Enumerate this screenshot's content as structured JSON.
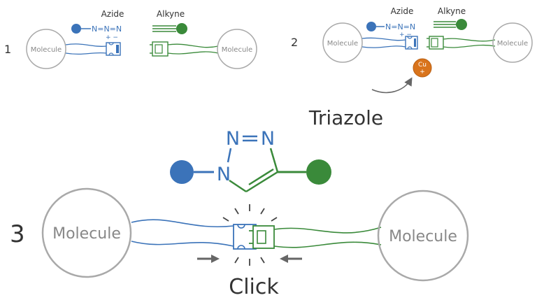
{
  "colors": {
    "azide_blue": "#3b73b9",
    "alkyne_green": "#3a8a3a",
    "molecule_grey": "#a9a9a9",
    "copper": "#d9741c",
    "text": "#333333"
  },
  "panel1": {
    "step_number": "1",
    "azide_label": "Azide",
    "alkyne_label": "Alkyne",
    "azide_formula": "N=N=N",
    "charges": "+  −",
    "molecule_left": "Molecule",
    "molecule_right": "Molecule"
  },
  "panel2": {
    "step_number": "2",
    "azide_label": "Azide",
    "alkyne_label": "Alkyne",
    "azide_formula": "N=N=N",
    "charges": "+  −",
    "molecule_left": "Molecule",
    "molecule_right": "Molecule",
    "catalyst_symbol": "Cu",
    "catalyst_charge": "+"
  },
  "panel3": {
    "step_number": "3",
    "product_label": "Triazole",
    "ring_atom_n_top_left": "N",
    "ring_atom_n_top_right": "N",
    "ring_atom_n_left": "N",
    "molecule_left": "Molecule",
    "molecule_right": "Molecule",
    "action_label": "Click"
  }
}
